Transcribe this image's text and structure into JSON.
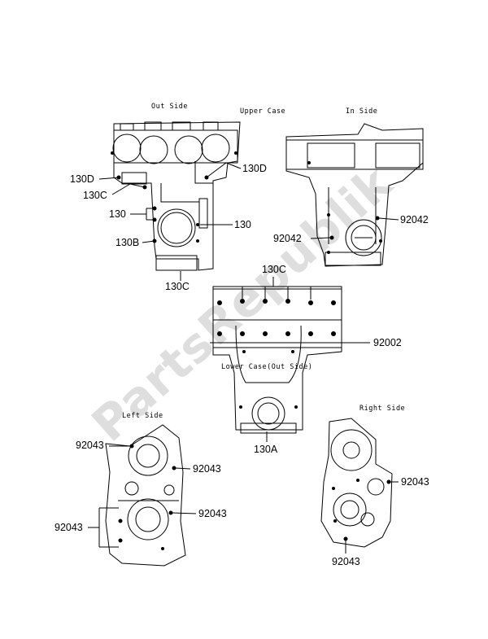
{
  "captions": {
    "out_side": "Out Side",
    "upper_case": "Upper Case",
    "in_side": "In Side",
    "lower_case_out_side": "Lower Case(Out Side)",
    "left_side": "Left Side",
    "right_side": "Right Side"
  },
  "watermark": "PartsRepublik",
  "callouts": {
    "upper_out_130D_left": "130D",
    "upper_out_130C_left": "130C",
    "upper_out_130_left": "130",
    "upper_out_130B": "130B",
    "upper_out_130D_right": "130D",
    "upper_out_130_right": "130",
    "upper_out_130C_bottom": "130C",
    "upper_in_92042_right": "92042",
    "upper_in_92042_left": "92042",
    "lower_130C_top": "130C",
    "lower_92002": "92002",
    "lower_130A": "130A",
    "left_92043_top": "92043",
    "left_92043_mid_right": "92043",
    "left_92043_low_right": "92043",
    "left_92043_left": "92043",
    "right_92043_right": "92043",
    "right_92043_bottom": "92043"
  }
}
